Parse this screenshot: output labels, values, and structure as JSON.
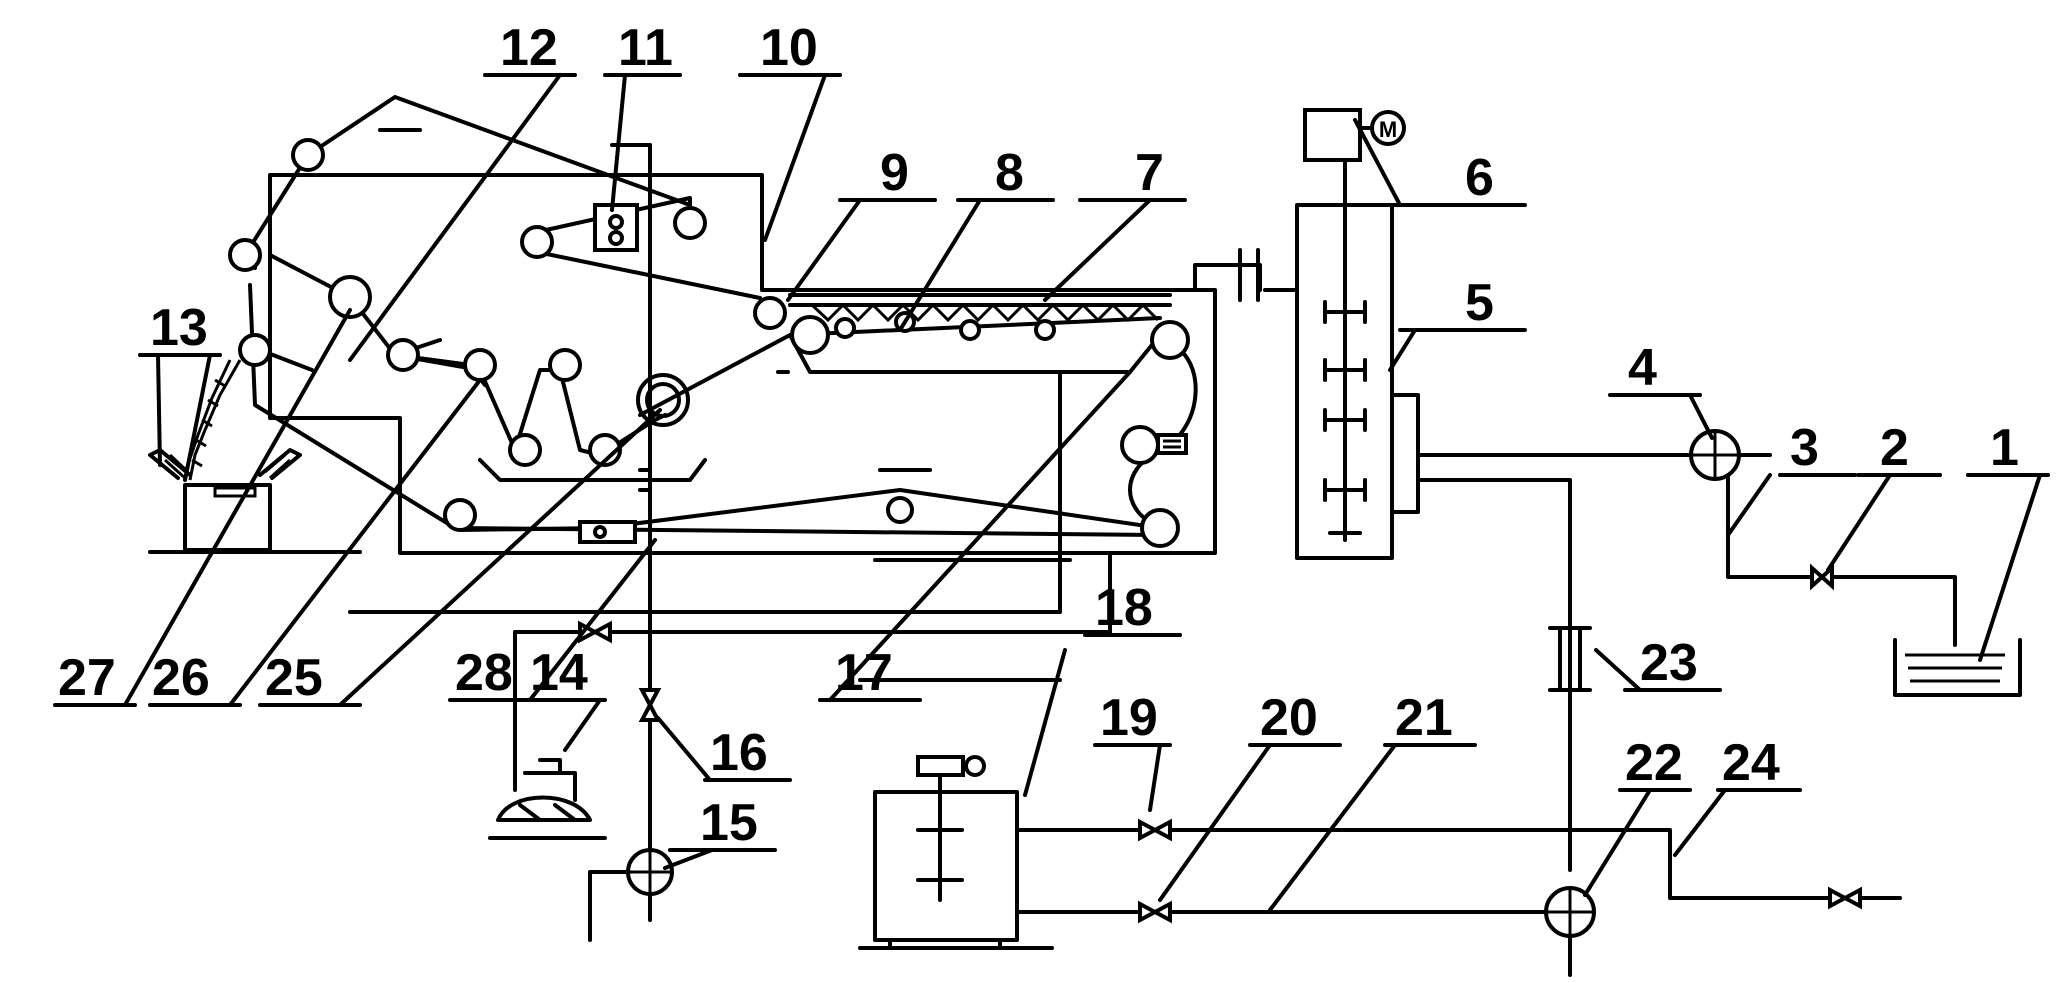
{
  "labels": {
    "l1": "1",
    "l2": "2",
    "l3": "3",
    "l4": "4",
    "l5": "5",
    "l6": "6",
    "l7": "7",
    "l8": "8",
    "l9": "9",
    "l10": "10",
    "l11": "11",
    "l12": "12",
    "l13": "13",
    "l14": "14",
    "l15": "15",
    "l16": "16",
    "l17": "17",
    "l18": "18",
    "l19": "19",
    "l20": "20",
    "l21": "21",
    "l22": "22",
    "l23": "23",
    "l24": "24",
    "l25": "25",
    "l26": "26",
    "l27": "27",
    "l28": "28"
  },
  "motor_symbol": "M"
}
